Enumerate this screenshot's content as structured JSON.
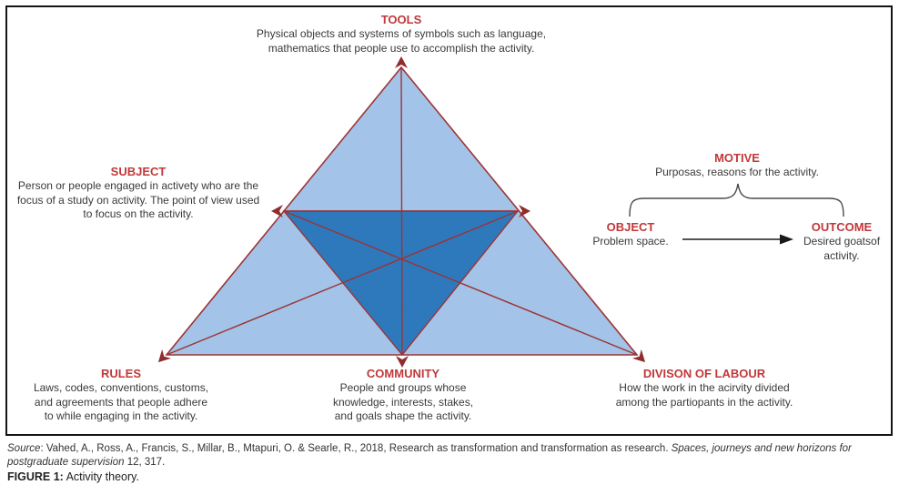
{
  "nodes": {
    "tools": {
      "title": "TOOLS",
      "lines": [
        "Physical objects and systems of symbols such as language,",
        "mathematics that people use to accomplish the activity."
      ]
    },
    "subject": {
      "title": "SUBJECT",
      "lines": [
        "Person or people engaged in activety who are the",
        "focus of a study on activity. The point of view used",
        "to focus on the activity."
      ]
    },
    "rules": {
      "title": "RULES",
      "lines": [
        "Laws, codes, conventions, customs,",
        "and agreements that people adhere",
        "to while engaging in the activity."
      ]
    },
    "community": {
      "title": "COMMUNITY",
      "lines": [
        "People and groups whose",
        "knowledge, interests, stakes,",
        "and goals shape the activity."
      ]
    },
    "division": {
      "title": "DIVISON OF LABOUR",
      "lines": [
        "How the work in the acirvity divided",
        "among the partiopants  in the activity."
      ]
    },
    "motive": {
      "title": "MOTIVE",
      "lines": [
        "Purposas, reasons for the activity."
      ]
    },
    "object": {
      "title": "OBJECT",
      "lines": [
        "Problem space."
      ]
    },
    "outcome": {
      "title": "OUTCOME",
      "lines": [
        "Desired goatsof",
        "activity."
      ]
    }
  },
  "source": {
    "label_italic": "Source",
    "body": ": Vahed, A., Ross, A., Francis, S., Millar, B., Mtapuri, O. & Searle, R., 2018, Research as transformation and transformation as research. ",
    "title_italic": "Spaces, journeys and new horizons for postgraduate supervision",
    "suffix": " 12, 317."
  },
  "caption": {
    "label": "FIGURE 1:",
    "text": " Activity theory."
  },
  "colors": {
    "heading_red": "#c1383a",
    "line_maroon": "#9b3435",
    "triangle_light_blue": "#a3c4e8",
    "triangle_dark_blue": "#2e79bc",
    "body_text": "#3b3838"
  }
}
